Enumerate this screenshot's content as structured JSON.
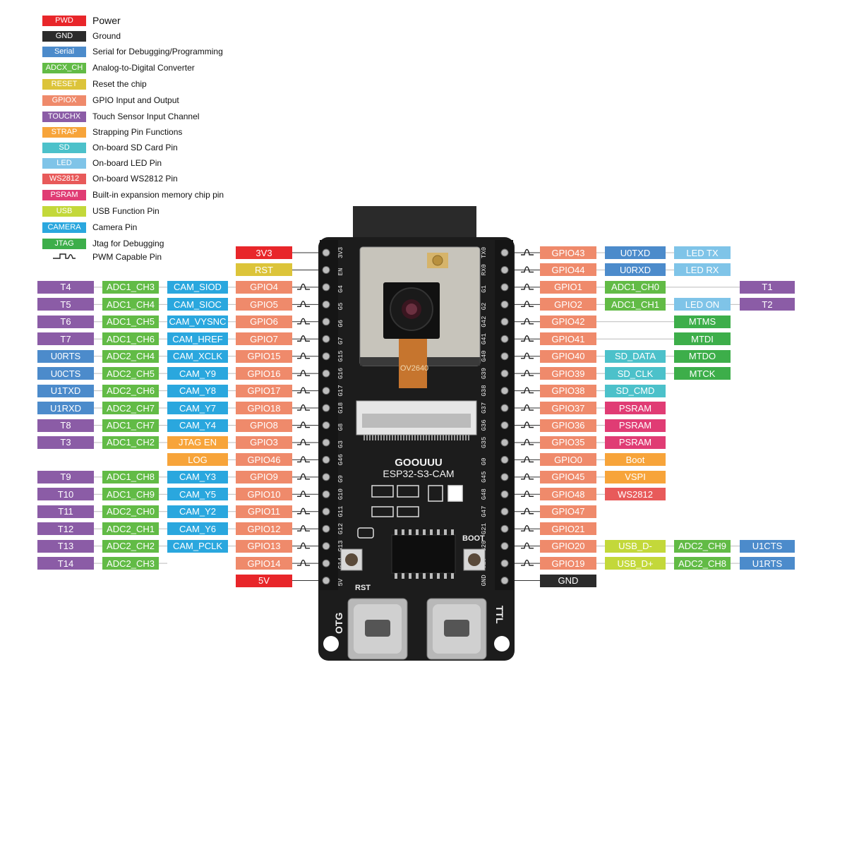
{
  "colors": {
    "pwd": "#E8262A",
    "gnd": "#2B2B2B",
    "serial": "#4C8BCB",
    "adc": "#62BB46",
    "reset": "#DCC43A",
    "gpio": "#EF8A6B",
    "touch": "#8B5CA6",
    "strap": "#F7A43A",
    "sd": "#4CC1CA",
    "led": "#7FC4E8",
    "ws2812": "#E85A5A",
    "psram": "#E03C74",
    "usb": "#C3D83A",
    "camera": "#2AA7DE",
    "jtag": "#3DAE4A",
    "board": "#1E1E1E"
  },
  "legend": [
    {
      "tag": "PWD",
      "color": "pwd",
      "desc": "Power"
    },
    {
      "tag": "GND",
      "color": "gnd",
      "desc": "Ground"
    },
    {
      "tag": "Serial",
      "color": "serial",
      "desc": "Serial for Debugging/Programming"
    },
    {
      "tag": "ADCX_CH",
      "color": "adc",
      "desc": "Analog-to-Digital Converter"
    },
    {
      "tag": "RESET",
      "color": "reset",
      "desc": "Reset the chip"
    },
    {
      "tag": "GPIOX",
      "color": "gpio",
      "desc": "GPIO Input and Output"
    },
    {
      "tag": "TOUCHX",
      "color": "touch",
      "desc": "Touch Sensor Input Channel"
    },
    {
      "tag": "STRAP",
      "color": "strap",
      "desc": "Strapping Pin Functions"
    },
    {
      "tag": "SD",
      "color": "sd",
      "desc": "On-board SD Card Pin"
    },
    {
      "tag": "LED",
      "color": "led",
      "desc": "On-board LED Pin"
    },
    {
      "tag": "WS2812",
      "color": "ws2812",
      "desc": "On-board WS2812 Pin"
    },
    {
      "tag": "PSRAM",
      "color": "psram",
      "desc": "Built-in expansion memory chip pin"
    },
    {
      "tag": "USB",
      "color": "usb",
      "desc": "USB Function Pin"
    },
    {
      "tag": "CAMERA",
      "color": "camera",
      "desc": "Camera Pin"
    },
    {
      "tag": "JTAG",
      "color": "jtag",
      "desc": "Jtag for Debugging"
    },
    {
      "tag": "",
      "color": "",
      "desc": "PWM Capable Pin",
      "icon": "pwm-icon"
    }
  ],
  "board": {
    "brand": "GOOUUU",
    "model": "ESP32-S3-CAM",
    "camera_label": "OV2640",
    "rst_label": "RST",
    "boot_label": "BOOT",
    "otg_label": "OTG",
    "ttl_label": "TTL",
    "left_silk": [
      "3V3",
      "EN",
      "G4",
      "G5",
      "G6",
      "G7",
      "G15",
      "G16",
      "G17",
      "G18",
      "G8",
      "G3",
      "G46",
      "G9",
      "G10",
      "G11",
      "G12",
      "G13",
      "G14",
      "5V"
    ],
    "right_silk": [
      "TX0",
      "RX0",
      "G1",
      "G2",
      "G42",
      "G41",
      "G40",
      "G39",
      "G38",
      "G37",
      "G36",
      "G35",
      "G0",
      "G45",
      "G48",
      "G47",
      "G21",
      "G20",
      "G19",
      "GND"
    ]
  },
  "left_pins": [
    {
      "pin": {
        "t": "3V3",
        "c": "pwd"
      }
    },
    {
      "pin": {
        "t": "RST",
        "c": "reset"
      }
    },
    {
      "pin": {
        "t": "GPIO4",
        "c": "gpio"
      },
      "pwm": true,
      "cam": {
        "t": "CAM_SIOD",
        "c": "camera"
      },
      "adc": {
        "t": "ADC1_CH3",
        "c": "adc"
      },
      "alt": {
        "t": "T4",
        "c": "touch"
      }
    },
    {
      "pin": {
        "t": "GPIO5",
        "c": "gpio"
      },
      "pwm": true,
      "cam": {
        "t": "CAM_SIOC",
        "c": "camera"
      },
      "adc": {
        "t": "ADC1_CH4",
        "c": "adc"
      },
      "alt": {
        "t": "T5",
        "c": "touch"
      }
    },
    {
      "pin": {
        "t": "GPIO6",
        "c": "gpio"
      },
      "pwm": true,
      "cam": {
        "t": "CAM_VYSNC",
        "c": "camera"
      },
      "adc": {
        "t": "ADC1_CH5",
        "c": "adc"
      },
      "alt": {
        "t": "T6",
        "c": "touch"
      }
    },
    {
      "pin": {
        "t": "GPIO7",
        "c": "gpio"
      },
      "pwm": true,
      "cam": {
        "t": "CAM_HREF",
        "c": "camera"
      },
      "adc": {
        "t": "ADC1_CH6",
        "c": "adc"
      },
      "alt": {
        "t": "T7",
        "c": "touch"
      }
    },
    {
      "pin": {
        "t": "GPIO15",
        "c": "gpio"
      },
      "pwm": true,
      "cam": {
        "t": "CAM_XCLK",
        "c": "camera"
      },
      "adc": {
        "t": "ADC2_CH4",
        "c": "adc"
      },
      "alt": {
        "t": "U0RTS",
        "c": "serial"
      }
    },
    {
      "pin": {
        "t": "GPIO16",
        "c": "gpio"
      },
      "pwm": true,
      "cam": {
        "t": "CAM_Y9",
        "c": "camera"
      },
      "adc": {
        "t": "ADC2_CH5",
        "c": "adc"
      },
      "alt": {
        "t": "U0CTS",
        "c": "serial"
      }
    },
    {
      "pin": {
        "t": "GPIO17",
        "c": "gpio"
      },
      "pwm": true,
      "cam": {
        "t": "CAM_Y8",
        "c": "camera"
      },
      "adc": {
        "t": "ADC2_CH6",
        "c": "adc"
      },
      "alt": {
        "t": "U1TXD",
        "c": "serial"
      }
    },
    {
      "pin": {
        "t": "GPIO18",
        "c": "gpio"
      },
      "pwm": true,
      "cam": {
        "t": "CAM_Y7",
        "c": "camera"
      },
      "adc": {
        "t": "ADC2_CH7",
        "c": "adc"
      },
      "alt": {
        "t": "U1RXD",
        "c": "serial"
      }
    },
    {
      "pin": {
        "t": "GPIO8",
        "c": "gpio"
      },
      "pwm": true,
      "cam": {
        "t": "CAM_Y4",
        "c": "camera"
      },
      "adc": {
        "t": "ADC1_CH7",
        "c": "adc"
      },
      "alt": {
        "t": "T8",
        "c": "touch"
      }
    },
    {
      "pin": {
        "t": "GPIO3",
        "c": "gpio"
      },
      "pwm": true,
      "cam": {
        "t": "JTAG EN",
        "c": "strap"
      },
      "adc": {
        "t": "ADC1_CH2",
        "c": "adc"
      },
      "alt": {
        "t": "T3",
        "c": "touch"
      }
    },
    {
      "pin": {
        "t": "GPIO46",
        "c": "gpio"
      },
      "pwm": true,
      "cam": {
        "t": "LOG",
        "c": "strap"
      }
    },
    {
      "pin": {
        "t": "GPIO9",
        "c": "gpio"
      },
      "pwm": true,
      "cam": {
        "t": "CAM_Y3",
        "c": "camera"
      },
      "adc": {
        "t": "ADC1_CH8",
        "c": "adc"
      },
      "alt": {
        "t": "T9",
        "c": "touch"
      }
    },
    {
      "pin": {
        "t": "GPIO10",
        "c": "gpio"
      },
      "pwm": true,
      "cam": {
        "t": "CAM_Y5",
        "c": "camera"
      },
      "adc": {
        "t": "ADC1_CH9",
        "c": "adc"
      },
      "alt": {
        "t": "T10",
        "c": "touch"
      }
    },
    {
      "pin": {
        "t": "GPIO11",
        "c": "gpio"
      },
      "pwm": true,
      "cam": {
        "t": "CAM_Y2",
        "c": "camera"
      },
      "adc": {
        "t": "ADC2_CH0",
        "c": "adc"
      },
      "alt": {
        "t": "T11",
        "c": "touch"
      }
    },
    {
      "pin": {
        "t": "GPIO12",
        "c": "gpio"
      },
      "pwm": true,
      "cam": {
        "t": "CAM_Y6",
        "c": "camera"
      },
      "adc": {
        "t": "ADC2_CH1",
        "c": "adc"
      },
      "alt": {
        "t": "T12",
        "c": "touch"
      }
    },
    {
      "pin": {
        "t": "GPIO13",
        "c": "gpio"
      },
      "pwm": true,
      "cam": {
        "t": "CAM_PCLK",
        "c": "camera"
      },
      "adc": {
        "t": "ADC2_CH2",
        "c": "adc"
      },
      "alt": {
        "t": "T13",
        "c": "touch"
      }
    },
    {
      "pin": {
        "t": "GPIO14",
        "c": "gpio"
      },
      "pwm": true,
      "adc": {
        "t": "ADC2_CH3",
        "c": "adc"
      },
      "alt": {
        "t": "T14",
        "c": "touch"
      }
    },
    {
      "pin": {
        "t": "5V",
        "c": "pwd"
      }
    }
  ],
  "right_pins": [
    {
      "pin": {
        "t": "GPIO43",
        "c": "gpio"
      },
      "pwm": true,
      "f1": {
        "t": "U0TXD",
        "c": "serial"
      },
      "f2": {
        "t": "LED TX",
        "c": "led"
      }
    },
    {
      "pin": {
        "t": "GPIO44",
        "c": "gpio"
      },
      "pwm": true,
      "f1": {
        "t": "U0RXD",
        "c": "serial"
      },
      "f2": {
        "t": "LED RX",
        "c": "led"
      }
    },
    {
      "pin": {
        "t": "GPIO1",
        "c": "gpio"
      },
      "pwm": true,
      "f1": {
        "t": "ADC1_CH0",
        "c": "adc"
      },
      "f3": {
        "t": "T1",
        "c": "touch"
      }
    },
    {
      "pin": {
        "t": "GPIO2",
        "c": "gpio"
      },
      "pwm": true,
      "f1": {
        "t": "ADC1_CH1",
        "c": "adc"
      },
      "f2": {
        "t": "LED ON",
        "c": "led"
      },
      "f3": {
        "t": "T2",
        "c": "touch"
      }
    },
    {
      "pin": {
        "t": "GPIO42",
        "c": "gpio"
      },
      "pwm": true,
      "f2": {
        "t": "MTMS",
        "c": "jtag"
      }
    },
    {
      "pin": {
        "t": "GPIO41",
        "c": "gpio"
      },
      "pwm": true,
      "f2": {
        "t": "MTDI",
        "c": "jtag"
      }
    },
    {
      "pin": {
        "t": "GPIO40",
        "c": "gpio"
      },
      "pwm": true,
      "f1": {
        "t": "SD_DATA",
        "c": "sd"
      },
      "f2": {
        "t": "MTDO",
        "c": "jtag"
      }
    },
    {
      "pin": {
        "t": "GPIO39",
        "c": "gpio"
      },
      "pwm": true,
      "f1": {
        "t": "SD_CLK",
        "c": "sd"
      },
      "f2": {
        "t": "MTCK",
        "c": "jtag"
      }
    },
    {
      "pin": {
        "t": "GPIO38",
        "c": "gpio"
      },
      "pwm": true,
      "f1": {
        "t": "SD_CMD",
        "c": "sd"
      }
    },
    {
      "pin": {
        "t": "GPIO37",
        "c": "gpio"
      },
      "pwm": true,
      "f1": {
        "t": "PSRAM",
        "c": "psram"
      }
    },
    {
      "pin": {
        "t": "GPIO36",
        "c": "gpio"
      },
      "pwm": true,
      "f1": {
        "t": "PSRAM",
        "c": "psram"
      }
    },
    {
      "pin": {
        "t": "GPIO35",
        "c": "gpio"
      },
      "pwm": true,
      "f1": {
        "t": "PSRAM",
        "c": "psram"
      }
    },
    {
      "pin": {
        "t": "GPIO0",
        "c": "gpio"
      },
      "pwm": true,
      "f1": {
        "t": "Boot",
        "c": "strap"
      }
    },
    {
      "pin": {
        "t": "GPIO45",
        "c": "gpio"
      },
      "pwm": true,
      "f1": {
        "t": "VSPI",
        "c": "strap"
      }
    },
    {
      "pin": {
        "t": "GPIO48",
        "c": "gpio"
      },
      "pwm": true,
      "f1": {
        "t": "WS2812",
        "c": "ws2812"
      }
    },
    {
      "pin": {
        "t": "GPIO47",
        "c": "gpio"
      },
      "pwm": true
    },
    {
      "pin": {
        "t": "GPIO21",
        "c": "gpio"
      },
      "pwm": true
    },
    {
      "pin": {
        "t": "GPIO20",
        "c": "gpio"
      },
      "pwm": true,
      "f1": {
        "t": "USB_D-",
        "c": "usb"
      },
      "f2": {
        "t": "ADC2_CH9",
        "c": "adc"
      },
      "f3": {
        "t": "U1CTS",
        "c": "serial"
      }
    },
    {
      "pin": {
        "t": "GPIO19",
        "c": "gpio"
      },
      "pwm": true,
      "f1": {
        "t": "USB_D+",
        "c": "usb"
      },
      "f2": {
        "t": "ADC2_CH8",
        "c": "adc"
      },
      "f3": {
        "t": "U1RTS",
        "c": "serial"
      }
    },
    {
      "pin": {
        "t": "GND",
        "c": "gnd"
      }
    }
  ]
}
